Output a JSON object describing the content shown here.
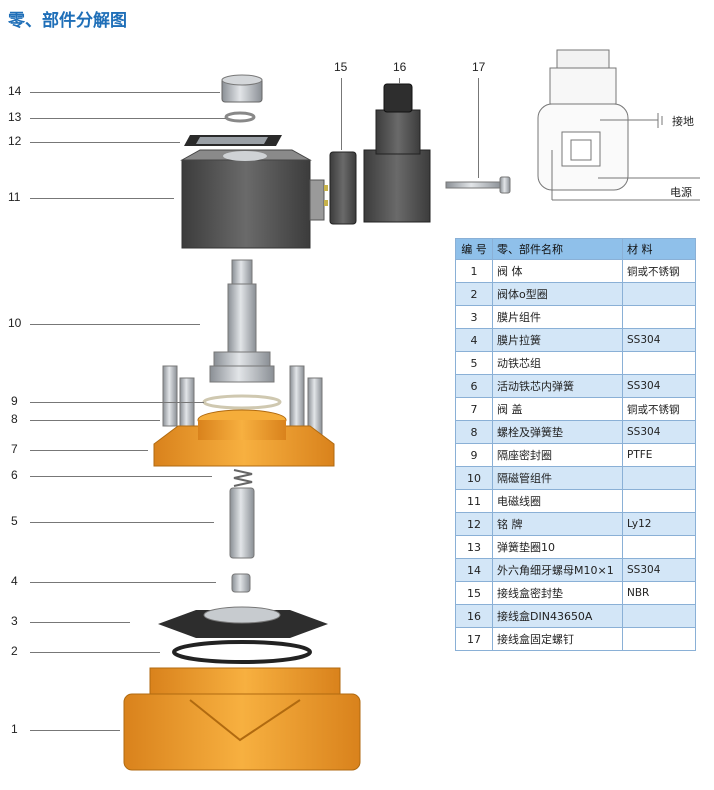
{
  "title": "零、部件分解图",
  "callouts": [
    "14",
    "13",
    "12",
    "11",
    "10",
    "9",
    "8",
    "7",
    "6",
    "5",
    "4",
    "3",
    "2",
    "1"
  ],
  "top_callouts": [
    "15",
    "16",
    "17"
  ],
  "connector": {
    "ground_label": "接地",
    "power_label": "电源"
  },
  "table": {
    "headers": {
      "no": "编 号",
      "name": "零、部件名称",
      "material": "材 料"
    },
    "rows": [
      {
        "no": "1",
        "name": "阀 体",
        "material": "铜或不锈钢"
      },
      {
        "no": "2",
        "name": "阀体o型圈",
        "material": ""
      },
      {
        "no": "3",
        "name": "膜片组件",
        "material": ""
      },
      {
        "no": "4",
        "name": "膜片拉簧",
        "material": "SS304"
      },
      {
        "no": "5",
        "name": "动铁芯组",
        "material": ""
      },
      {
        "no": "6",
        "name": "活动铁芯内弹簧",
        "material": "SS304"
      },
      {
        "no": "7",
        "name": "阀 盖",
        "material": "铜或不锈钢"
      },
      {
        "no": "8",
        "name": "螺栓及弹簧垫",
        "material": "SS304"
      },
      {
        "no": "9",
        "name": "隔座密封圈",
        "material": "PTFE"
      },
      {
        "no": "10",
        "name": "隔磁管组件",
        "material": ""
      },
      {
        "no": "11",
        "name": "电磁线圈",
        "material": ""
      },
      {
        "no": "12",
        "name": "铭 牌",
        "material": "Ly12"
      },
      {
        "no": "13",
        "name": "弹簧垫圈10",
        "material": ""
      },
      {
        "no": "14",
        "name": "外六角细牙螺母M10×1",
        "material": "SS304"
      },
      {
        "no": "15",
        "name": "接线盒密封垫",
        "material": "NBR"
      },
      {
        "no": "16",
        "name": "接线盒DIN43650A",
        "material": ""
      },
      {
        "no": "17",
        "name": "接线盒固定螺钉",
        "material": ""
      }
    ]
  },
  "colors": {
    "title": "#1f6fb8",
    "table_header": "#8fc0ea",
    "table_shade": "#d3e6f7",
    "body_orange": "#f0a030",
    "coil_gray": "#707070"
  }
}
